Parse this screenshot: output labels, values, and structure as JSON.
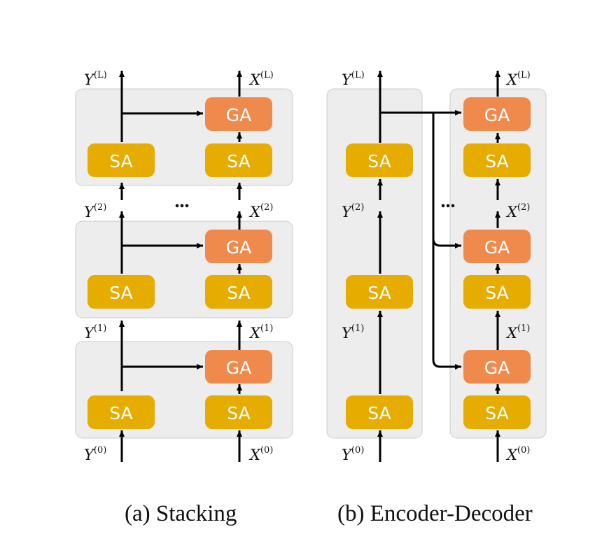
{
  "labels": {
    "sa": "SA",
    "ga": "GA",
    "dots": "...",
    "y_var": "Y",
    "x_var": "X",
    "sup_0": "(0)",
    "sup_1": "(1)",
    "sup_2": "(2)",
    "sup_L": "(L)"
  },
  "captions": {
    "a": "(a) Stacking",
    "b": "(b) Encoder-Decoder"
  },
  "colors": {
    "sa_fill": "#e6ac00",
    "ga_fill": "#ef8a4c",
    "panel_fill": "#ededed",
    "panel_stroke": "#c8ccd4",
    "arrow": "#000000"
  }
}
